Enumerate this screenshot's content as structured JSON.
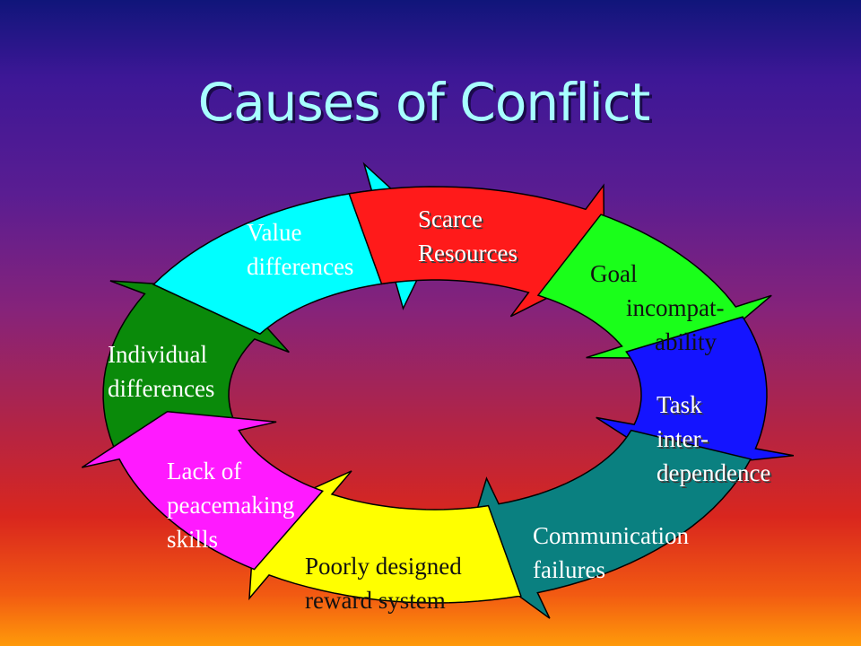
{
  "title": "Causes of Conflict",
  "colors": {
    "scarce": "#ff1a1a",
    "goal": "#1aff1a",
    "task": "#1414ff",
    "communication": "#0a8080",
    "reward": "#ffff00",
    "peacemaking": "#ff1aff",
    "individual": "#0a8a0a",
    "value": "#00ffff"
  },
  "segments": {
    "scarce": [
      "Scarce",
      "Resources"
    ],
    "goal": [
      "Goal",
      "incompat-",
      "ability"
    ],
    "task": [
      "Task",
      "inter-",
      "dependence"
    ],
    "communication": [
      "Communication",
      "failures"
    ],
    "reward": [
      "Poorly designed",
      "reward system"
    ],
    "peacemaking": [
      "Lack of",
      "peacemaking",
      "skills"
    ],
    "individual": [
      "Individual",
      "differences"
    ],
    "value": [
      "Value",
      "differences"
    ]
  }
}
